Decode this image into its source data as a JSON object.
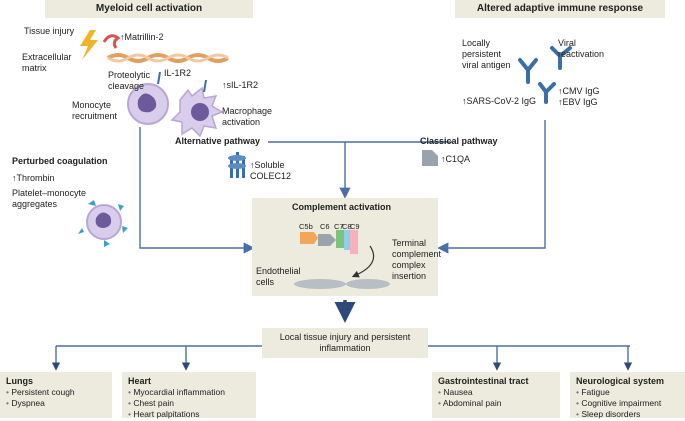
{
  "colors": {
    "panel": "#ecebdd",
    "line": "#4a6fa5",
    "dark_arrow": "#2e4a7a",
    "monocyte": "#b9a6d6",
    "antibody": "#3a6ea8"
  },
  "headers": {
    "myeloid": "Myeloid cell activation",
    "adaptive": "Altered adaptive immune response"
  },
  "myeloid": {
    "tissue_injury": "Tissue injury",
    "matrillin": "↑Matrillin-2",
    "ecm": [
      "Extracellular",
      "matrix"
    ],
    "proteolytic": [
      "Proteolytic",
      "cleavage"
    ],
    "il1r2": "IL-1R2",
    "sil1r2": "↑sIL-1R2",
    "monocyte": [
      "Monocyte",
      "recruitment"
    ],
    "macrophage": [
      "Macrophage",
      "activation"
    ]
  },
  "adaptive": {
    "locally": [
      "Locally",
      "persistent",
      "viral antigen"
    ],
    "viral": [
      "Viral",
      "reactivation"
    ],
    "sars": "↑SARS-CoV-2 IgG",
    "cmv": "↑CMV IgG",
    "ebv": "↑EBV IgG"
  },
  "pathways": {
    "alternative": "Alternative pathway",
    "classical": "Classical pathway",
    "colec": [
      "↑Soluble",
      "COLEC12"
    ],
    "c1qa": "↑C1QA"
  },
  "coagulation": {
    "title": "Perturbed coagulation",
    "thrombin": "↑Thrombin",
    "platelet": [
      "Platelet–monocyte",
      "aggregates"
    ]
  },
  "complement": {
    "title": "Complement activation",
    "c5b": "C5b",
    "c6": "C6",
    "c7": "C7",
    "c8": "C8",
    "c9": "C9",
    "endothelial": [
      "Endothelial",
      "cells"
    ],
    "terminal": [
      "Terminal",
      "complement",
      "complex",
      "insertion"
    ]
  },
  "outcome": [
    "Local tissue injury and persistent",
    "inflammation"
  ],
  "organs": [
    {
      "title": "Lungs",
      "items": [
        "Persistent cough",
        "Dyspnea"
      ]
    },
    {
      "title": "Heart",
      "items": [
        "Myocardial inflammation",
        "Chest pain",
        "Heart palpitations"
      ]
    },
    {
      "title": "Gastrointestinal tract",
      "items": [
        "Nausea",
        "Abdominal pain"
      ]
    },
    {
      "title": "Neurological system",
      "items": [
        "Fatigue",
        "Cognitive impairment",
        "Sleep disorders"
      ]
    }
  ]
}
